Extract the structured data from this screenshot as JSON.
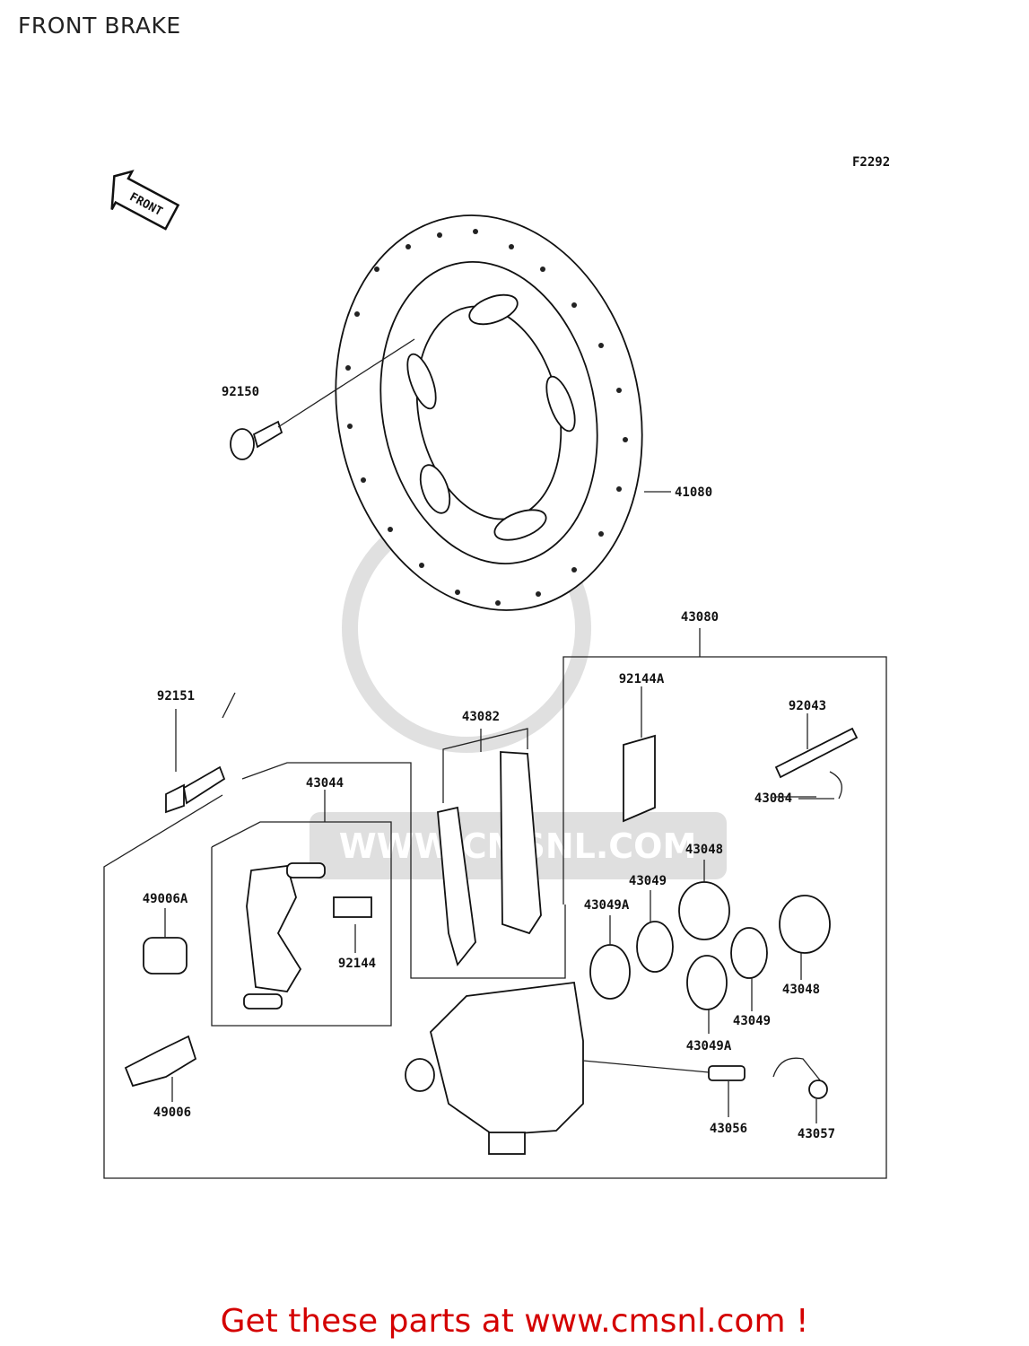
{
  "title": "FRONT BRAKE",
  "figure_code": "F2292",
  "front_arrow_text": "FRONT",
  "watermark": "WWW.CMSNL.COM",
  "footer_text": "Get these parts at www.cmsnl.com !",
  "parts": {
    "p92150": "92150",
    "p41080": "41080",
    "p43080": "43080",
    "p92151": "92151",
    "p43082": "43082",
    "p92144A": "92144A",
    "p92043": "92043",
    "p43044": "43044",
    "p43084": "43084",
    "p43048a": "43048",
    "p43049a": "43049",
    "p49006A": "49006A",
    "p43049Aa": "43049A",
    "p92144": "92144",
    "p43048b": "43048",
    "p43049b": "43049",
    "p43049Ab": "43049A",
    "p49006": "49006",
    "p43056": "43056",
    "p43057": "43057"
  }
}
